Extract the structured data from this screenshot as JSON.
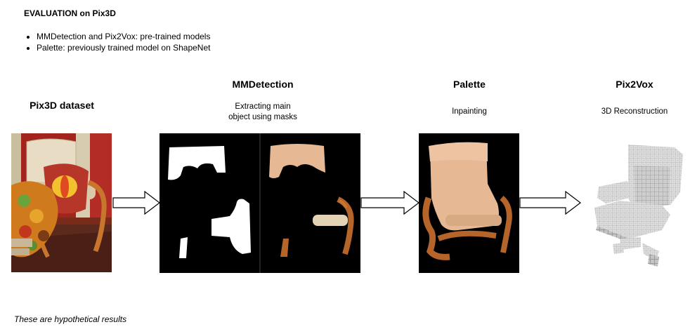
{
  "header": {
    "title": "EVALUATION on Pix3D",
    "bullets": [
      "MMDetection and Pix2Vox: pre-trained models",
      "Palette: previously trained model on ShapeNet"
    ]
  },
  "stages": [
    {
      "heading": "Pix3D dataset",
      "caption": ""
    },
    {
      "heading": "MMDetection",
      "caption_line1": "Extracting main",
      "caption_line2": "object using masks"
    },
    {
      "heading": "Palette",
      "caption": "Inpainting"
    },
    {
      "heading": "Pix2Vox",
      "caption": "3D Reconstruction"
    }
  ],
  "footnote": "These are hypothetical results",
  "colors": {
    "chair_wood": "#b5642a",
    "chair_cushion": "#e7b894",
    "mask": "#ffffff",
    "panel_bg": "#000000",
    "voxel": "#b9b9b9"
  }
}
